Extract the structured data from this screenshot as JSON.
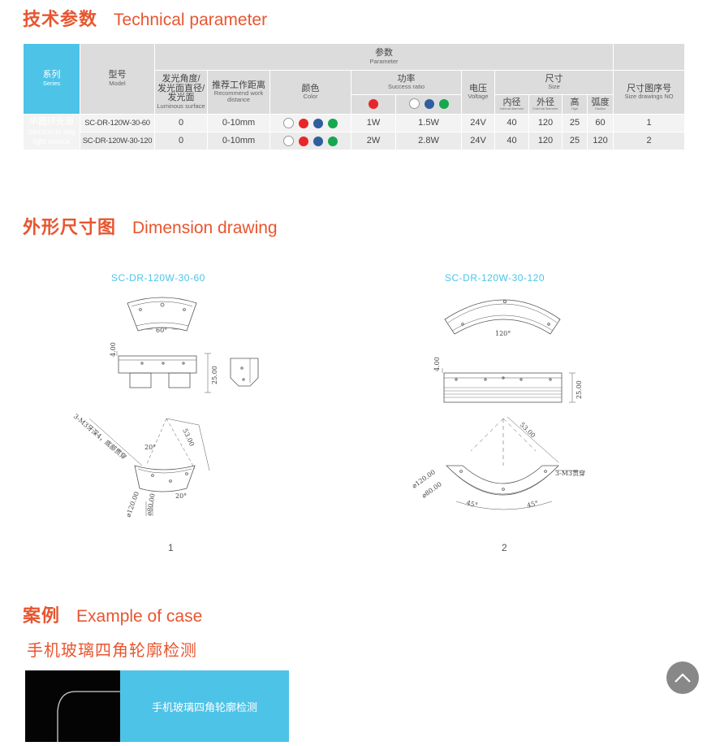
{
  "section_params": {
    "title_zh": "技术参数",
    "title_en": "Technical parameter"
  },
  "table": {
    "series_zh": "系列",
    "series_en": "Series",
    "model_zh": "型号",
    "model_en": "Model",
    "parameter_zh": "参数",
    "parameter_en": "Parameter",
    "angle_zh_1": "发光角度/",
    "angle_zh_2": "发光面直径/",
    "angle_zh_3": "发光面",
    "angle_en": "Luminous surface",
    "distance_zh": "推荐工作距离",
    "distance_en_1": "Recommend work",
    "distance_en_2": "distance",
    "color_zh": "颜色",
    "color_en": "Color",
    "power_zh": "功率",
    "power_en": "Success ratio",
    "voltage_zh": "电压",
    "voltage_en": "Voltage",
    "size_zh": "尺寸",
    "size_en": "Size",
    "inner_zh": "内径",
    "inner_en": "Internal diameter",
    "outer_zh": "外径",
    "outer_en": "External diameter",
    "height_zh": "高",
    "height_en": "High",
    "radian_zh": "弧度",
    "radian_en": "Radian",
    "drawing_no_zh": "尺寸图序号",
    "drawing_no_en": "Size drawings NO",
    "series_name_zh": "半圆环光源",
    "series_name_en_1": "Semicircle ring",
    "series_name_en_2": "light source",
    "colors": {
      "red": "#e8262a",
      "blue": "#2f5f9e",
      "green": "#16a84e",
      "white": "#ffffff"
    },
    "rows": [
      {
        "model": "SC-DR-120W-30-60",
        "angle": "0",
        "distance": "0-10mm",
        "power_mono": "1W",
        "power_rgbw": "1.5W",
        "voltage": "24V",
        "inner": "40",
        "outer": "120",
        "height": "25",
        "radian": "60",
        "drawing_no": "1"
      },
      {
        "model": "SC-DR-120W-30-120",
        "angle": "0",
        "distance": "0-10mm",
        "power_mono": "2W",
        "power_rgbw": "2.8W",
        "voltage": "24V",
        "inner": "40",
        "outer": "120",
        "height": "25",
        "radian": "120",
        "drawing_no": "2"
      }
    ]
  },
  "section_dims": {
    "title_zh": "外形尺寸图",
    "title_en": "Dimension drawing"
  },
  "drawings": [
    {
      "title": "SC-DR-120W-30-60",
      "number": "1",
      "labels": {
        "angle": "60°",
        "thickness": "4.00",
        "height": "25.00",
        "radius": "53.00",
        "angle_20a": "20°",
        "angle_20b": "20°",
        "outer_dia": "⌀120.00",
        "inner_dia": "⌀80.00",
        "hole_note": "3-M3牙深4，底部贯穿"
      }
    },
    {
      "title": "SC-DR-120W-30-120",
      "number": "2",
      "labels": {
        "angle": "120°",
        "thickness": "4.00",
        "height": "25.00",
        "radius": "53.00",
        "outer_dia": "⌀120.00",
        "inner_dia": "⌀80.00",
        "hole_note": "3-M3贯穿",
        "angle_45a": "45°",
        "angle_45b": "45°"
      }
    }
  ],
  "section_case": {
    "title_zh": "案例",
    "title_en": "Example of case"
  },
  "case": {
    "subtitle": "手机玻璃四角轮廓检测",
    "caption": "手机玻璃四角轮廓检测"
  },
  "back_to_top": {
    "icon": "chevron-up-icon"
  }
}
